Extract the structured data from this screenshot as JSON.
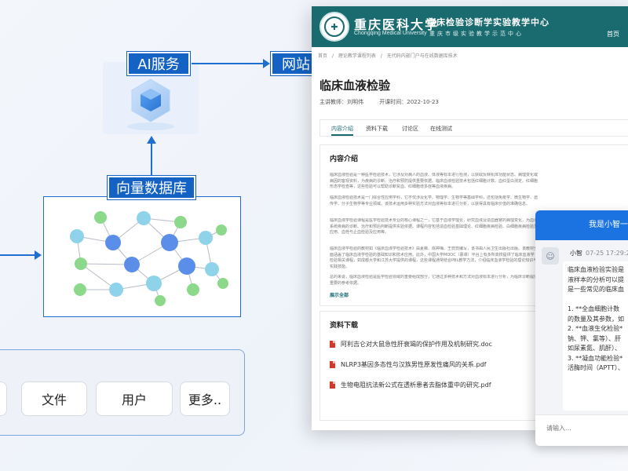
{
  "diagram": {
    "ai_service_label": "AI服务",
    "website_label": "网站",
    "vector_db_label": "向量数据库",
    "tools": [
      "文件",
      "用户",
      "更多.."
    ],
    "colors": {
      "accent": "#1463c4",
      "node_green": "#8cd98c",
      "node_blue": "#5b8ee8",
      "node_light_blue": "#8fd3ea"
    }
  },
  "site": {
    "university_name": "重庆医科大学",
    "university_name_en": "Chongqing Medical University",
    "center_name": "临床检验诊断学实验教学中心",
    "center_sub": "重庆市级实验教学示范中心",
    "nav_home": "首页",
    "breadcrumb": [
      "首页",
      "/",
      "理论教学课程列表",
      "/",
      "无代码内嵌门户与在线数据库技术"
    ],
    "course_title": "临床血液检验",
    "teacher": "主讲教师：刘明伟",
    "open_time": "开课时间：2022-10-23",
    "tabs": [
      "内容介绍",
      "资料下载",
      "讨论区",
      "在线测试"
    ],
    "intro_title": "内容介绍",
    "intro_paragraphs": [
      "临床血液检验是一种医学检验技术，它涉及对病人的血液、体液等标本进行检测，以获取反映机体功能状态、病理变化或病因的客观资料，为疾病的诊断、治疗和预防提供重要依据。临床血液检验技术包括红细胞计数、血红蛋白测定、红细胞形态学检查等，这些检验可以帮助诊断贫血、红细胞增多症等血液疾病。",
      "临床血液检验技术是一门综合性应用学科，它不仅涉及化学、物理学、生物学等基础学科，还包括免疫学、微生物学、遗传学、分子生物学等专业领域。该技术运用多种实验方法对血液等标本进行分析，以获得具有临床价值的准确信息。",
      "临床血液学检验课程是医学检验技术专业的核心课程之一，它基于血液学理论，研究血液及造血器官的病理变化，为血液系统疾病的诊断、治疗和预后判断提供实验依据。课程内容包括造血检验基础理论、红细胞疾病检验、白细胞疾病检验及应用、血栓与止血检验及应用等。",
      "临床血液学检验的教材如《临床血液学检验技术》由夏薇、陈婷梅、王霓霓编写，该书由人民卫生出版社出版。该教材全面涵盖了临床血液学检验的基础知识和技术应用。此外，中国大学MOOC（慕课）平台上有多所高校提供了临床血液学检验相关课程，如成都大学和江苏大学提供的课程，这些课程通常结合PBL教学方法，介绍临床血液学检验的理论知识与实践技能。",
      "总的来说，临床血液检验是医学检验领域的重要组成部分，它通过多种技术和方法对血液标本进行分析，为临床诊断提供重要的参考依据。"
    ],
    "show_all": "展示全部",
    "downloads_title": "资料下载",
    "files": [
      "阿利吉仑对大鼠急性肝衰竭的保护作用及机制研究.doc",
      "NLRP3基因多态性与汉族男性原发性痛风的关系.pdf",
      "生物电阻抗法新公式在透析患者去脂体重中的研究.pdf"
    ]
  },
  "chat": {
    "header": "我是小智一",
    "name": "小智",
    "time": "07-25 17:29:2",
    "lines": [
      "临床血液检验实验是",
      "液样本的分析可以提",
      "是一些常见的临床血",
      "",
      "1. **全血细胞计数",
      "的数量及其参数，如",
      "2. **血液生化检验*",
      "钠、钾、氯等）、肝",
      "如尿素氮、肌酐）、",
      "3. **凝血功能检验*",
      "活酶时间（APTT）、"
    ],
    "input_placeholder": "请输入..."
  }
}
